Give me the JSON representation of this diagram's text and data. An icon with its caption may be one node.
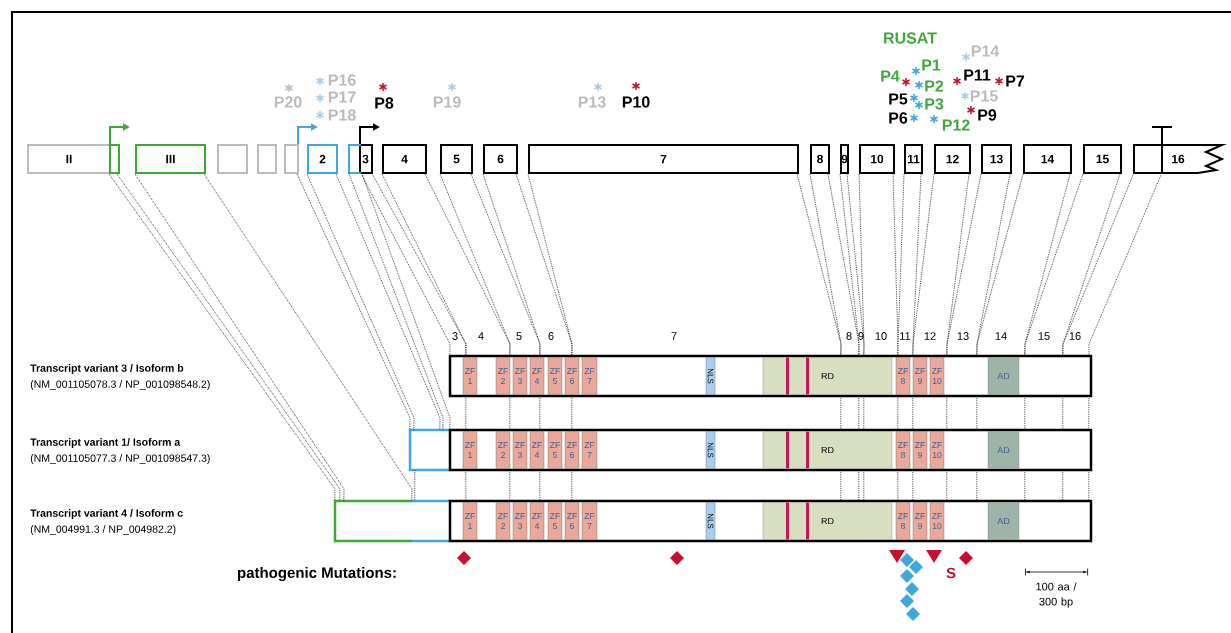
{
  "diagram": {
    "nodes": [
      {
        "text": [
          "II"
        ]
      },
      {
        "text": [],
        "shape": "box"
      },
      {
        "text": [
          "III"
        ]
      },
      {
        "text": [],
        "shape": "box"
      },
      {
        "text": [],
        "shape": "box"
      },
      {
        "text": [],
        "shape": "box"
      },
      {
        "text": [
          "2"
        ]
      },
      {
        "text": [
          "3"
        ]
      },
      {
        "text": [
          "4"
        ]
      },
      {
        "text": [
          "5"
        ]
      },
      {
        "text": [
          "6"
        ]
      },
      {
        "text": [
          "7"
        ]
      },
      {
        "text": [
          "8"
        ]
      },
      {
        "text": [
          "9"
        ]
      },
      {
        "text": [
          "10"
        ]
      },
      {
        "text": [
          "11"
        ]
      },
      {
        "text": [
          "12"
        ]
      },
      {
        "text": [
          "13"
        ]
      },
      {
        "text": [
          "14"
        ]
      },
      {
        "text": [
          "15"
        ]
      },
      {
        "text": [
          "16"
        ]
      },
      {
        "text": [],
        "shape": "bar",
        "beside": [
          "Transcript variant 3 / Isoform b",
          "(NM_001105078.3 / NP_001098548.2)"
        ]
      },
      {
        "text": [
          "ZF 1"
        ],
        "in": 21
      },
      {
        "text": [
          "ZF 2"
        ],
        "in": 21
      },
      {
        "text": [
          "ZF 3"
        ],
        "in": 21
      },
      {
        "text": [
          "ZF 4"
        ],
        "in": 21
      },
      {
        "text": [
          "ZF 5"
        ],
        "in": 21
      },
      {
        "text": [
          "ZF 6"
        ],
        "in": 21
      },
      {
        "text": [
          "ZF 7"
        ],
        "in": 21
      },
      {
        "text": [
          "NLS"
        ],
        "in": 21
      },
      {
        "text": [
          "RD"
        ],
        "in": 21
      },
      {
        "text": [
          "ZF 8"
        ],
        "in": 21
      },
      {
        "text": [
          "ZF 9"
        ],
        "in": 21
      },
      {
        "text": [
          "ZF 10"
        ],
        "in": 21
      },
      {
        "text": [
          "AD"
        ],
        "in": 21
      },
      {
        "text": [],
        "shape": "bar",
        "beside": [
          "Transcript variant 1/ Isoform a",
          "(NM_001105077.3 / NP_001098547.3)"
        ]
      },
      {
        "text": [
          "ZF 1"
        ],
        "in": 35
      },
      {
        "text": [
          "ZF 2"
        ],
        "in": 35
      },
      {
        "text": [
          "ZF 3"
        ],
        "in": 35
      },
      {
        "text": [
          "ZF 4"
        ],
        "in": 35
      },
      {
        "text": [
          "ZF 5"
        ],
        "in": 35
      },
      {
        "text": [
          "ZF 6"
        ],
        "in": 35
      },
      {
        "text": [
          "ZF 7"
        ],
        "in": 35
      },
      {
        "text": [
          "NLS"
        ],
        "in": 35
      },
      {
        "text": [
          "RD"
        ],
        "in": 35
      },
      {
        "text": [
          "ZF 8"
        ],
        "in": 35
      },
      {
        "text": [
          "ZF 9"
        ],
        "in": 35
      },
      {
        "text": [
          "ZF 10"
        ],
        "in": 35
      },
      {
        "text": [
          "AD"
        ],
        "in": 35
      },
      {
        "text": [],
        "shape": "bar",
        "beside": [
          "Transcript variant 4 / Isoform c",
          "(NM_004991.3 / NP_004982.2)"
        ]
      },
      {
        "text": [
          "ZF 1"
        ],
        "in": 49
      },
      {
        "text": [
          "ZF 2"
        ],
        "in": 49
      },
      {
        "text": [
          "ZF 3"
        ],
        "in": 49
      },
      {
        "text": [
          "ZF 4"
        ],
        "in": 49
      },
      {
        "text": [
          "ZF 5"
        ],
        "in": 49
      },
      {
        "text": [
          "ZF 6"
        ],
        "in": 49
      },
      {
        "text": [
          "ZF 7"
        ],
        "in": 49
      },
      {
        "text": [
          "NLS"
        ],
        "in": 49
      },
      {
        "text": [
          "RD"
        ],
        "in": 49
      },
      {
        "text": [
          "ZF 8"
        ],
        "in": 49
      },
      {
        "text": [
          "ZF 9"
        ],
        "in": 49
      },
      {
        "text": [
          "ZF 10"
        ],
        "in": 49
      },
      {
        "text": [
          "AD"
        ],
        "in": 49
      }
    ],
    "edges": [
      {
        "from": 7,
        "to": 21,
        "arrow": "none",
        "style": "dashed"
      },
      {
        "from": 7,
        "to": 21,
        "arrow": "none",
        "style": "dashed"
      },
      {
        "from": 8,
        "to": 21,
        "arrow": "none",
        "style": "dashed"
      },
      {
        "from": 8,
        "to": 21,
        "arrow": "none",
        "style": "dashed"
      },
      {
        "from": 9,
        "to": 21,
        "arrow": "none",
        "style": "dashed"
      },
      {
        "from": 9,
        "to": 21,
        "arrow": "none",
        "style": "dashed"
      },
      {
        "from": 10,
        "to": 21,
        "arrow": "none",
        "style": "dashed"
      },
      {
        "from": 10,
        "to": 21,
        "arrow": "none",
        "style": "dashed"
      },
      {
        "from": 11,
        "to": 21,
        "arrow": "none",
        "style": "dashed"
      },
      {
        "from": 11,
        "to": 21,
        "arrow": "none",
        "style": "dashed"
      },
      {
        "from": 12,
        "to": 21,
        "arrow": "none",
        "style": "dashed"
      },
      {
        "from": 12,
        "to": 21,
        "arrow": "none",
        "style": "dashed"
      },
      {
        "from": 13,
        "to": 21,
        "arrow": "none",
        "style": "dashed"
      },
      {
        "from": 13,
        "to": 21,
        "arrow": "none",
        "style": "dashed"
      },
      {
        "from": 14,
        "to": 21,
        "arrow": "none",
        "style": "dashed"
      },
      {
        "from": 14,
        "to": 21,
        "arrow": "none",
        "style": "dashed"
      },
      {
        "from": 15,
        "to": 21,
        "arrow": "none",
        "style": "dashed"
      },
      {
        "from": 15,
        "to": 21,
        "arrow": "none",
        "style": "dashed"
      },
      {
        "from": 16,
        "to": 21,
        "arrow": "none",
        "style": "dashed"
      },
      {
        "from": 16,
        "to": 21,
        "arrow": "none",
        "style": "dashed"
      },
      {
        "from": 17,
        "to": 21,
        "arrow": "none",
        "style": "dashed"
      },
      {
        "from": 17,
        "to": 21,
        "arrow": "none",
        "style": "dashed"
      },
      {
        "from": 18,
        "to": 21,
        "arrow": "none",
        "style": "dashed"
      },
      {
        "from": 18,
        "to": 21,
        "arrow": "none",
        "style": "dashed"
      },
      {
        "from": 19,
        "to": 21,
        "arrow": "none",
        "style": "dashed"
      },
      {
        "from": 19,
        "to": 21,
        "arrow": "none",
        "style": "dashed"
      },
      {
        "from": 20,
        "to": 21,
        "arrow": "none",
        "style": "dashed"
      },
      {
        "from": 20,
        "to": 21,
        "arrow": "none",
        "style": "dashed"
      },
      {
        "from": 5,
        "to": 35,
        "arrow": "none",
        "style": "dashed"
      },
      {
        "from": 6,
        "to": 35,
        "arrow": "none",
        "style": "dashed"
      },
      {
        "from": 6,
        "to": 35,
        "arrow": "none",
        "style": "dashed"
      },
      {
        "from": 7,
        "to": 35,
        "arrow": "none",
        "style": "dashed"
      },
      {
        "from": 7,
        "to": 35,
        "arrow": "none",
        "style": "dashed"
      },
      {
        "from": 1,
        "to": 49,
        "arrow": "none",
        "style": "dashed"
      },
      {
        "from": 1,
        "to": 49,
        "arrow": "none",
        "style": "dashed"
      },
      {
        "from": 2,
        "to": 49,
        "arrow": "none",
        "style": "dashed"
      },
      {
        "from": 2,
        "to": 49,
        "arrow": "none",
        "style": "dashed"
      },
      {
        "from": 21,
        "to": 35,
        "arrow": "none",
        "style": "dashed"
      },
      {
        "from": 21,
        "to": 35,
        "arrow": "none",
        "style": "dashed"
      },
      {
        "from": 21,
        "to": 35,
        "arrow": "none",
        "style": "dashed"
      },
      {
        "from": 21,
        "to": 35,
        "arrow": "none",
        "style": "dashed"
      },
      {
        "from": 21,
        "to": 35,
        "arrow": "none",
        "style": "dashed"
      },
      {
        "from": 21,
        "to": 35,
        "arrow": "none",
        "style": "dashed"
      },
      {
        "from": 21,
        "to": 35,
        "arrow": "none",
        "style": "dashed"
      },
      {
        "from": 21,
        "to": 35,
        "arrow": "none",
        "style": "dashed"
      },
      {
        "from": 21,
        "to": 35,
        "arrow": "none",
        "style": "dashed"
      },
      {
        "from": 21,
        "to": 35,
        "arrow": "none",
        "style": "dashed"
      },
      {
        "from": 21,
        "to": 35,
        "arrow": "none",
        "style": "dashed"
      },
      {
        "from": 21,
        "to": 35,
        "arrow": "none",
        "style": "dashed"
      },
      {
        "from": 21,
        "to": 35,
        "arrow": "none",
        "style": "dashed"
      },
      {
        "from": 21,
        "to": 35,
        "arrow": "none",
        "style": "dashed"
      },
      {
        "from": 35,
        "to": 49,
        "arrow": "none",
        "style": "dashed"
      },
      {
        "from": 35,
        "to": 49,
        "arrow": "none",
        "style": "dashed"
      },
      {
        "from": 35,
        "to": 49,
        "arrow": "none",
        "style": "dashed"
      },
      {
        "from": 35,
        "to": 49,
        "arrow": "none",
        "style": "dashed"
      },
      {
        "from": 35,
        "to": 49,
        "arrow": "none",
        "style": "dashed"
      },
      {
        "from": 35,
        "to": 49,
        "arrow": "none",
        "style": "dashed"
      },
      {
        "from": 35,
        "to": 49,
        "arrow": "none",
        "style": "dashed"
      },
      {
        "from": 35,
        "to": 49,
        "arrow": "none",
        "style": "dashed"
      },
      {
        "from": 35,
        "to": 49,
        "arrow": "none",
        "style": "dashed"
      },
      {
        "from": 35,
        "to": 49,
        "arrow": "none",
        "style": "dashed"
      },
      {
        "from": 35,
        "to": 49,
        "arrow": "none",
        "style": "dashed"
      },
      {
        "from": 35,
        "to": 49,
        "arrow": "none",
        "style": "dashed"
      },
      {
        "from": 35,
        "to": 49,
        "arrow": "none",
        "style": "dashed"
      },
      {
        "from": 35,
        "to": 49,
        "arrow": "none",
        "style": "dashed"
      },
      {
        "from": 35,
        "to": 49,
        "arrow": "none",
        "style": "dashed"
      }
    ],
    "labels": [
      "RUSAT",
      "P1",
      "P14",
      "P16",
      "P4",
      "P2",
      "P11",
      "P7",
      "P20",
      "P17",
      "P8",
      "P19",
      "P13",
      "P10",
      "P5",
      "P3",
      "P15",
      "P18",
      "P6",
      "P12",
      "P9",
      "3",
      "4",
      "5",
      "6",
      "7",
      "8",
      "9",
      "10",
      "11",
      "12",
      "13",
      "14",
      "15",
      "16",
      "pathogenic Mutations:",
      "S",
      "100 aa / 300 bp"
    ]
  }
}
